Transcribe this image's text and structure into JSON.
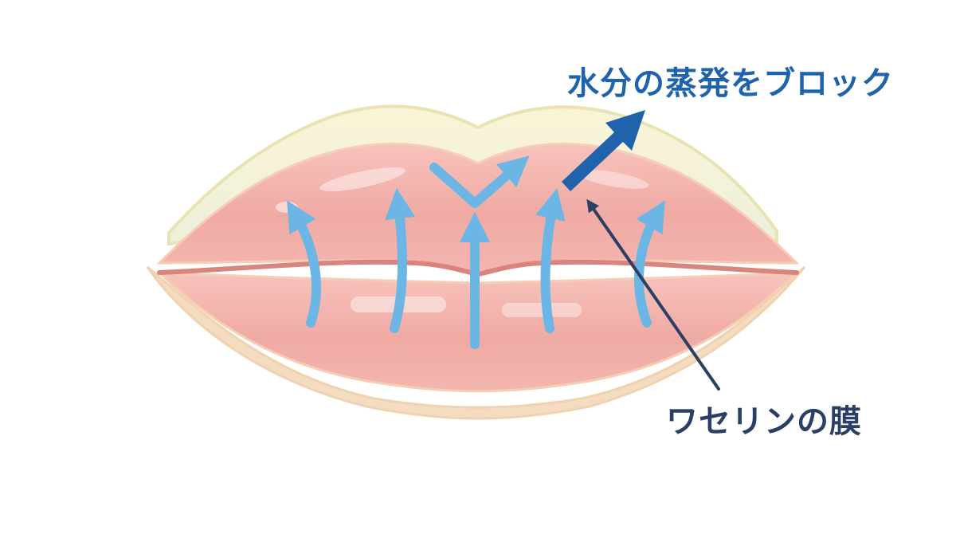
{
  "labels": {
    "block_evaporation": "水分の蒸発をブロック",
    "vaseline_film": "ワセリンの膜"
  },
  "colors": {
    "background": "#ffffff",
    "lip_fill": "#f2b3ad",
    "lip_outline": "#f4d9bd",
    "vaseline_film": "#f5f0c8",
    "moisture_arrows": "#6cb6e6",
    "block_arrow": "#1f63ad",
    "pointer_arrow": "#2a3f63",
    "label_top_color": "#1f63ad",
    "label_bottom_color": "#2a3f63"
  },
  "icons": {
    "moisture_arrows": "curved-up-arrow",
    "block_arrow": "diagonal-up-right-arrow",
    "pointer_arrow": "pointer-arrow"
  }
}
